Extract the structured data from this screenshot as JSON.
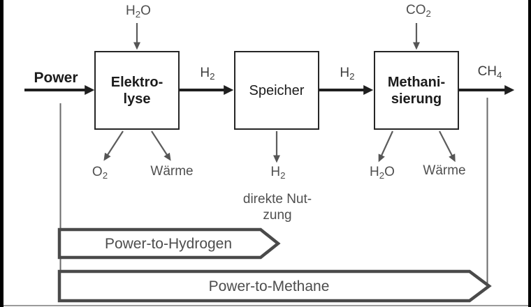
{
  "title": "Power-to-Gas process diagram",
  "colors": {
    "flow_arrow": "#1f1f1f",
    "thin_arrow": "#5c5c5c",
    "connector_line": "#6a6a6a",
    "banner_stroke": "#4a4a4a",
    "box_border": "#262626",
    "text_dark": "#1b1b1b",
    "text_gray": "#4d4d4d",
    "edge_bar": "#000000"
  },
  "flow": {
    "power": "Power"
  },
  "chem": {
    "h2o": {
      "pre": "H",
      "sub": "2",
      "post": "O"
    },
    "co2": {
      "pre": "CO",
      "sub": "2",
      "post": ""
    },
    "h2": {
      "pre": "H",
      "sub": "2",
      "post": ""
    },
    "ch4": {
      "pre": "CH",
      "sub": "4",
      "post": ""
    },
    "o2": {
      "pre": "O",
      "sub": "2",
      "post": ""
    }
  },
  "boxes": {
    "electrolysis": "Elektro-\nlyse",
    "storage": "Speicher",
    "methanation": "Methani-\nsierung"
  },
  "outputs": {
    "waerme_electrolysis": "Wärme",
    "waerme_methanation": "Wärme",
    "direct_use": "direkte Nut-\nzung"
  },
  "banners": {
    "hydrogen": "Power-to-Hydrogen",
    "methane": "Power-to-Methane"
  }
}
